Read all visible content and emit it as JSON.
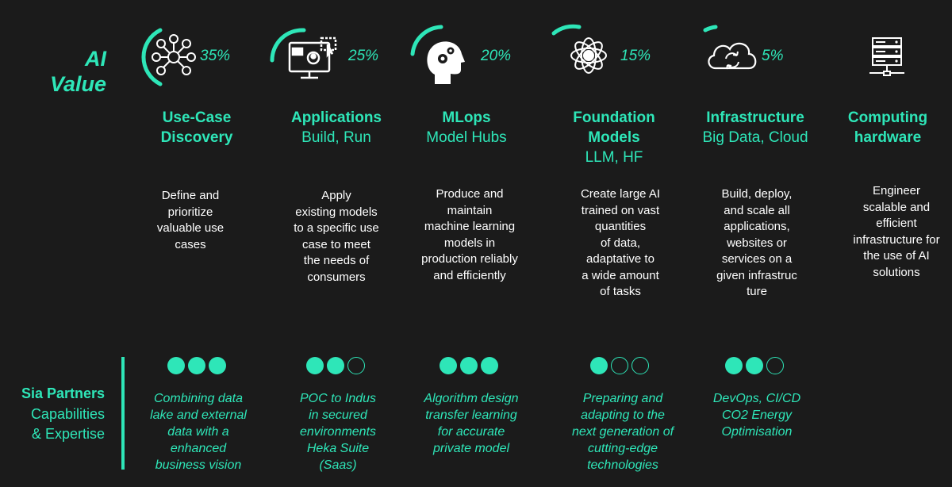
{
  "left": {
    "ai_value": [
      "AI",
      "Value"
    ],
    "sia": [
      "Sia Partners",
      "Capabilities",
      "& Expertise"
    ]
  },
  "columns": [
    {
      "pct": "35%",
      "title_bold": [
        "Use-Case",
        "Discovery"
      ],
      "subtitle": [],
      "desc": [
        "Define and",
        "prioritize",
        "valuable use",
        "cases"
      ],
      "dots": 3,
      "capability": [
        "Combining data",
        "lake and external",
        "data with a",
        "enhanced",
        "business vision"
      ],
      "icon": "network-people-icon"
    },
    {
      "pct": "25%",
      "title_bold": [
        "Applications"
      ],
      "subtitle": [
        "Build, Run"
      ],
      "desc": [
        "Apply",
        "existing models",
        "to a specific use",
        "case to meet",
        "the needs of",
        "consumers"
      ],
      "dots": 2,
      "capability": [
        "POC to Indus",
        "in secured",
        "environments",
        "Heka Suite",
        "(Saas)"
      ],
      "icon": "monitor-app-icon"
    },
    {
      "pct": "20%",
      "title_bold": [
        "MLops"
      ],
      "subtitle": [
        "Model Hubs"
      ],
      "desc": [
        "Produce and",
        "maintain",
        "machine learning",
        "models in",
        "production reliably",
        "and efficiently"
      ],
      "dots": 3,
      "capability": [
        "Algorithm design",
        "transfer learning",
        "for accurate",
        "private model"
      ],
      "icon": "head-gears-icon"
    },
    {
      "pct": "15%",
      "title_bold": [
        "Foundation",
        "Models"
      ],
      "subtitle": [
        "LLM, HF"
      ],
      "desc": [
        "Create large AI",
        "trained on vast",
        "quantities",
        "of data,",
        "adaptative to",
        "a wide amount",
        "of tasks"
      ],
      "dots": 1,
      "capability": [
        "Preparing and",
        "adapting to the",
        "next generation of",
        "cutting-edge",
        "technologies"
      ],
      "icon": "flower-icon"
    },
    {
      "pct": "5%",
      "title_bold": [
        "Infrastructure"
      ],
      "subtitle": [
        "Big Data, Cloud"
      ],
      "desc": [
        "Build, deploy,",
        "and scale all",
        "applications,",
        "websites or",
        "services on a",
        "given infrastruc",
        "ture"
      ],
      "dots": 2,
      "capability": [
        "DevOps, CI/CD",
        "CO2 Energy",
        "Optimisation"
      ],
      "icon": "cloud-sync-icon"
    },
    {
      "pct": "",
      "title_bold": [
        "Computing",
        "hardware"
      ],
      "subtitle": [],
      "desc": [
        "Engineer",
        "scalable and",
        "efficient",
        "infrastructure for",
        "the use of AI",
        "solutions"
      ],
      "dots": 0,
      "capability": [],
      "icon": "server-icon"
    }
  ],
  "colors": {
    "accent": "#2ee6b8",
    "background": "#1b1b1b",
    "text": "#ffffff"
  }
}
